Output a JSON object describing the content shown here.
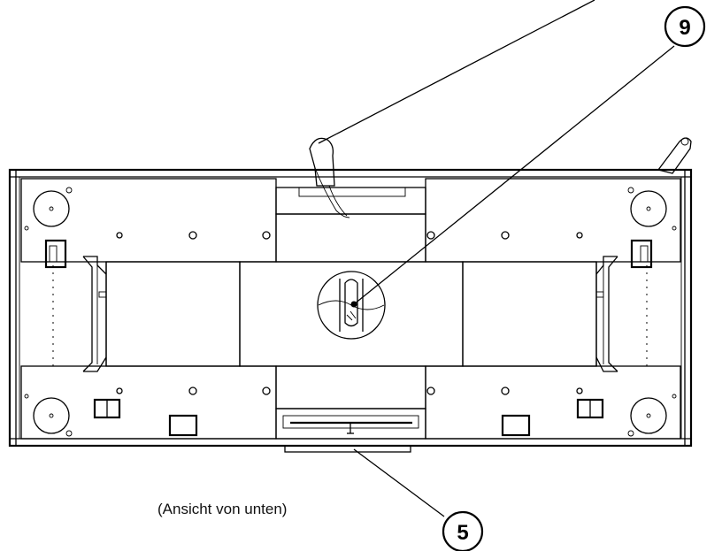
{
  "callouts": {
    "top": "9",
    "bottom": "5"
  },
  "caption": "(Ansicht von unten)"
}
